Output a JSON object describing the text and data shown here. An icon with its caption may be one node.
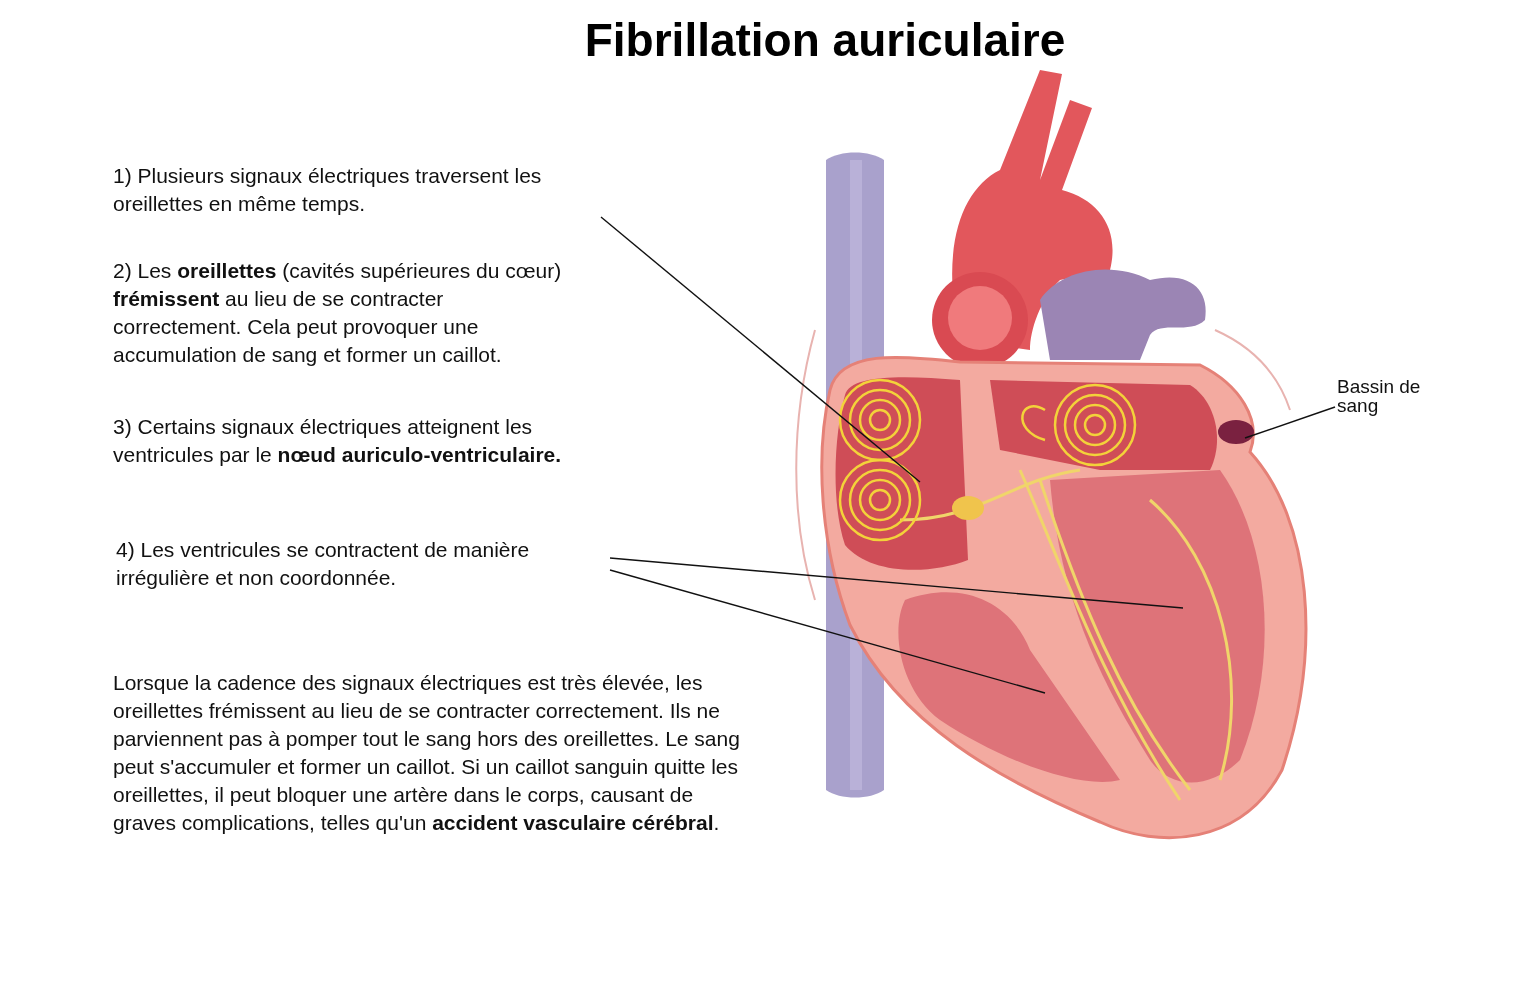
{
  "diagram": {
    "title": "Fibrillation auriculaire",
    "nodes": [
      {
        "text": [
          "1) Plusieurs signaux électriques traversent les oreillettes en même temps."
        ]
      },
      {
        "text": [
          "2) Les **oreillettes** (cavités supérieures du cœur) **frémissent** au lieu de se contracter correctement. Cela peut provoquer une accumulation de sang et former un caillot."
        ]
      },
      {
        "text": [
          "3) Certains signaux électriques atteignent les ventricules par le **nœud auriculo-ventriculaire.**"
        ]
      },
      {
        "text": [
          "4) Les ventricules se contractent de manière irrégulière et non coordonnée."
        ]
      },
      {
        "text": [
          "Lorsque la cadence des signaux électriques est très élevée, les oreillettes frémissent au lieu de se contracter correctement. Ils ne parviennent pas à pomper tout le sang hors des oreillettes. Le sang peut s'accumuler et former un caillot. Si un caillot sanguin quitte les oreillettes, il peut bloquer une artère dans le corps, causant de graves complications, telles qu'un **accident vasculaire cérébral**."
        ]
      },
      {
        "text": [
          "Bassin de sang"
        ]
      }
    ],
    "edges": [
      {
        "from": 0,
        "to": null,
        "arrow": "none"
      },
      {
        "from": 3,
        "to": null,
        "arrow": "none"
      },
      {
        "from": 3,
        "to": null,
        "arrow": "none"
      },
      {
        "from": 5,
        "to": null,
        "arrow": "none"
      }
    ]
  }
}
